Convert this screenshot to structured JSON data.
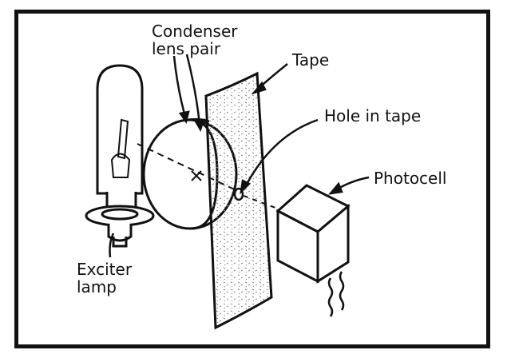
{
  "labels": {
    "condenser": [
      "Condenser",
      "lens pair"
    ],
    "tape": "Tape",
    "hole": "Hole in tape",
    "photocell": "Photocell",
    "exciter": [
      "Exciter",
      "lamp"
    ]
  },
  "colors": {
    "ink": "#111111",
    "paper": "#ffffff",
    "tape_texture": "#8a8a8a"
  }
}
